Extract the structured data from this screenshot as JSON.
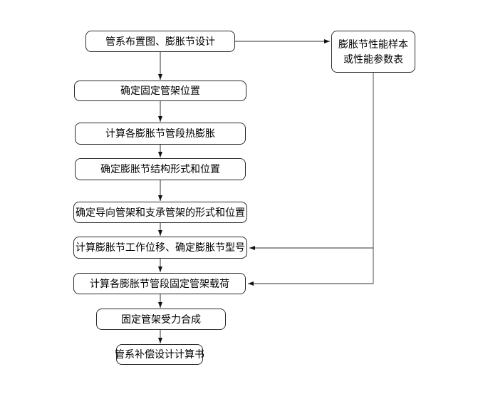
{
  "flow": {
    "steps": [
      {
        "label": "管系布置图、膨胀节设计"
      },
      {
        "label": "确定固定管架位置"
      },
      {
        "label": "计算各膨胀节管段热膨胀"
      },
      {
        "label": "确定膨胀节结构形式和位置"
      },
      {
        "label": "确定导向管架和支承管架的形式和位置"
      },
      {
        "label": "计算膨胀节工作位移、确定膨胀节型号"
      },
      {
        "label": "计算各膨胀节管段固定管架载荷"
      },
      {
        "label": "固定管架受力合成"
      },
      {
        "label": "管系补偿设计计算书"
      }
    ],
    "side_box": {
      "line1": "膨胀节性能样本",
      "line2": "或性能参数表"
    },
    "colors": {
      "background": "#ffffff",
      "node_border": "#2b2b2b",
      "connector_line": "#303030",
      "text": "#000000"
    }
  }
}
